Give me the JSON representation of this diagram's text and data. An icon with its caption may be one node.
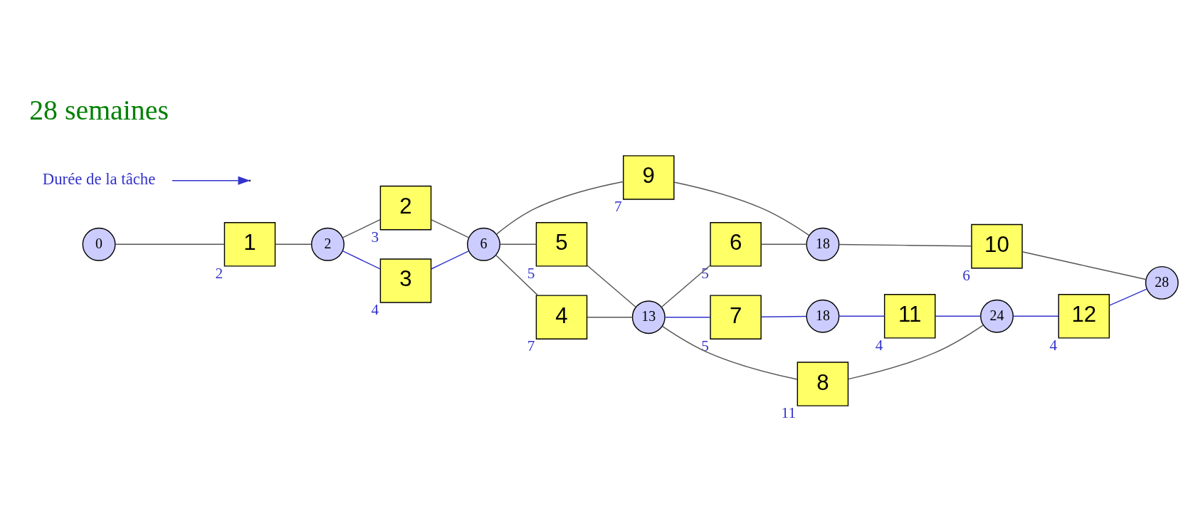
{
  "diagram": {
    "nodes": [
      {
        "text": [
          "0"
        ]
      },
      {
        "text": [
          "1"
        ],
        "beside": [
          "2"
        ]
      },
      {
        "text": [
          "2"
        ]
      },
      {
        "text": [
          "2"
        ],
        "beside": [
          "3"
        ]
      },
      {
        "text": [
          "3"
        ],
        "beside": [
          "4"
        ]
      },
      {
        "text": [
          "6"
        ]
      },
      {
        "text": [
          "9"
        ],
        "beside": [
          "7"
        ]
      },
      {
        "text": [
          "5"
        ],
        "beside": [
          "5"
        ]
      },
      {
        "text": [
          "4"
        ],
        "beside": [
          "7"
        ]
      },
      {
        "text": [
          "13"
        ]
      },
      {
        "text": [
          "6"
        ],
        "beside": [
          "5"
        ]
      },
      {
        "text": [
          "18"
        ]
      },
      {
        "text": [
          "10"
        ],
        "beside": [
          "6"
        ]
      },
      {
        "text": [
          "7"
        ],
        "beside": [
          "5"
        ]
      },
      {
        "text": [
          "18"
        ]
      },
      {
        "text": [
          "11"
        ],
        "beside": [
          "4"
        ]
      },
      {
        "text": [
          "24"
        ]
      },
      {
        "text": [
          "12"
        ],
        "beside": [
          "4"
        ]
      },
      {
        "text": [
          "28"
        ]
      },
      {
        "text": [
          "8"
        ],
        "beside": [
          "11"
        ]
      },
      {
        "text": [
          "Durée de la tâche"
        ]
      }
    ],
    "edges": [
      {
        "from": 0,
        "to": 1,
        "arrow": "none"
      },
      {
        "from": 1,
        "to": 2,
        "arrow": "none"
      },
      {
        "from": 2,
        "to": 3,
        "arrow": "none"
      },
      {
        "from": 2,
        "to": 4,
        "arrow": "none",
        "color": "#3333cc"
      },
      {
        "from": 3,
        "to": 5,
        "arrow": "none"
      },
      {
        "from": 4,
        "to": 5,
        "arrow": "none",
        "color": "#3333cc"
      },
      {
        "from": 5,
        "to": 6,
        "arrow": "none"
      },
      {
        "from": 5,
        "to": 7,
        "arrow": "none"
      },
      {
        "from": 5,
        "to": 8,
        "arrow": "none"
      },
      {
        "from": 6,
        "to": 11,
        "arrow": "none"
      },
      {
        "from": 7,
        "to": 9,
        "arrow": "none"
      },
      {
        "from": 8,
        "to": 9,
        "arrow": "none"
      },
      {
        "from": 9,
        "to": 10,
        "arrow": "none"
      },
      {
        "from": 9,
        "to": 13,
        "arrow": "none",
        "color": "#3333cc"
      },
      {
        "from": 9,
        "to": 19,
        "arrow": "none"
      },
      {
        "from": 10,
        "to": 11,
        "arrow": "none"
      },
      {
        "from": 11,
        "to": 12,
        "arrow": "none"
      },
      {
        "from": 12,
        "to": 18,
        "arrow": "none"
      },
      {
        "from": 13,
        "to": 14,
        "arrow": "none",
        "color": "#3333cc"
      },
      {
        "from": 14,
        "to": 15,
        "arrow": "none",
        "color": "#3333cc"
      },
      {
        "from": 15,
        "to": 16,
        "arrow": "none",
        "color": "#3333cc"
      },
      {
        "from": 16,
        "to": 17,
        "arrow": "none",
        "color": "#3333cc"
      },
      {
        "from": 17,
        "to": 18,
        "arrow": "none",
        "color": "#3333cc"
      },
      {
        "from": 19,
        "to": 16,
        "arrow": "none"
      },
      {
        "from": 20,
        "to": null,
        "arrow": "to",
        "color": "#3333cc"
      }
    ],
    "labels": [
      "28 semaines"
    ]
  }
}
